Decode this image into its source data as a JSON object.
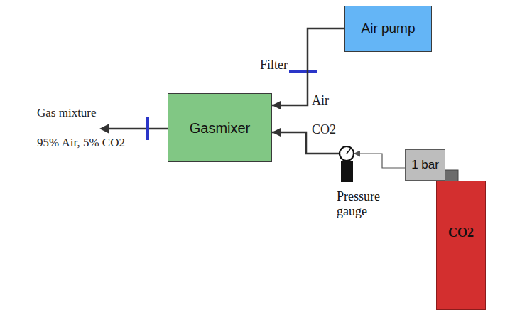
{
  "diagram": {
    "nodes": [
      {
        "text": [
          "Air pump"
        ]
      },
      {
        "text": [
          "Gasmixer"
        ]
      },
      {
        "text": [
          "1 bar"
        ]
      },
      {
        "text": [
          "Pressure gauge"
        ]
      },
      {
        "text": [
          "CO2"
        ]
      }
    ],
    "edges": [
      {
        "from": 0,
        "to": 1,
        "label": "Air",
        "arrow": "to"
      },
      {
        "from": 3,
        "to": 1,
        "label": "CO2",
        "arrow": "to"
      },
      {
        "from": 2,
        "to": 3,
        "arrow": "to"
      }
    ],
    "labels": [
      "Filter",
      "Gas mixture",
      "95% Air, 5% CO2"
    ]
  }
}
